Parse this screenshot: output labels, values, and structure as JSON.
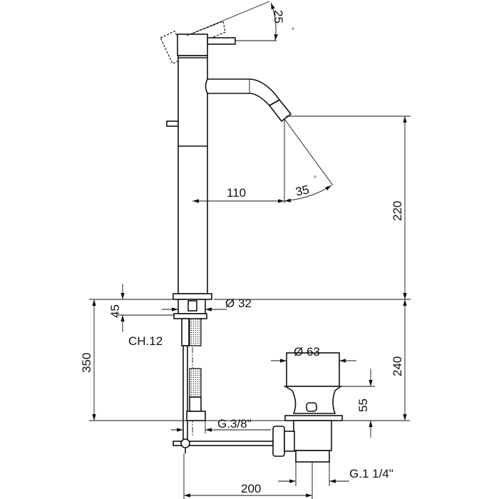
{
  "drawing": {
    "title": "Faucet and pop-up waste technical drawing",
    "dimensions": {
      "lever_angle": "25",
      "lever_angle_unit": "°",
      "spout_angle": "35",
      "spout_angle_unit": "°",
      "spout_reach": "110",
      "spout_height": "220",
      "body_diameter": "Ø 32",
      "mount_thickness": "45",
      "wrench": "CH.12",
      "flex_length": "350",
      "inlet_thread": "G.3/8\"",
      "drain_diameter": "Ø 63",
      "drain_height": "55",
      "total_below": "240",
      "drain_thread": "G.1 1/4\"",
      "rod_distance": "200"
    }
  }
}
